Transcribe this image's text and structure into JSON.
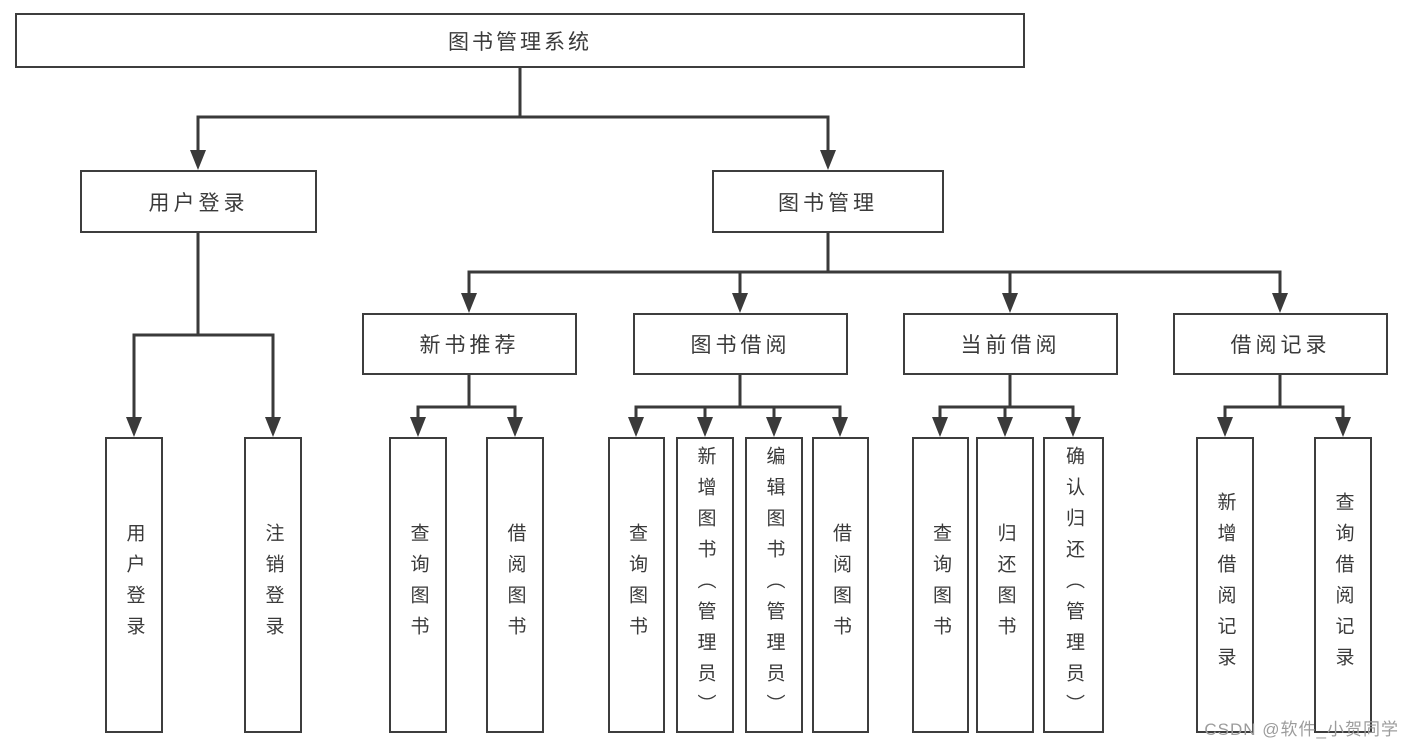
{
  "diagram": {
    "root": {
      "label": "图书管理系统"
    },
    "level2": {
      "user_login": "用户登录",
      "book_management": "图书管理"
    },
    "level3": [
      "新书推荐",
      "图书借阅",
      "当前借阅",
      "借阅记录"
    ],
    "leaves": {
      "user_login": [
        "用户登录",
        "注销登录"
      ],
      "new_book_recommend": [
        "查询图书",
        "借阅图书"
      ],
      "book_borrow": [
        "查询图书",
        "新增图书（管理员）",
        "编辑图书（管理员）",
        "借阅图书"
      ],
      "current_borrow": [
        "查询图书",
        "归还图书",
        "确认归还（管理员）"
      ],
      "borrow_records": [
        "新增借阅记录",
        "查询借阅记录"
      ]
    }
  },
  "watermark": "CSDN @软件_小贺同学",
  "colors": {
    "line": "#3a3a3a",
    "border": "#3d3d3d",
    "text": "#3a3a3a",
    "watermark": "#9c9c9c",
    "background": "#ffffff"
  }
}
